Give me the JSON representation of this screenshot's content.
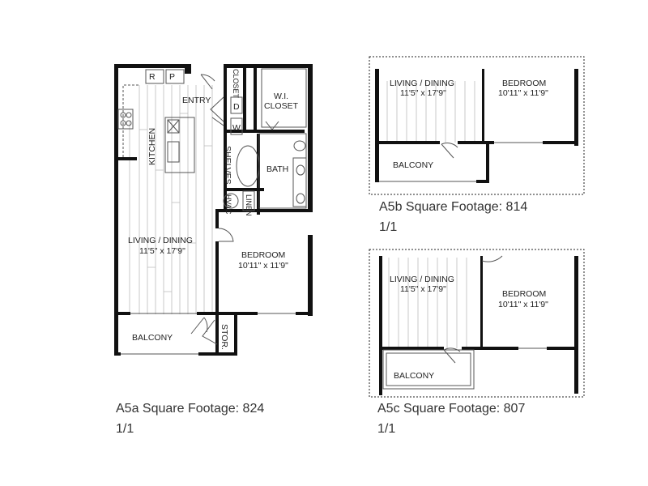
{
  "plans": [
    {
      "name": "A5a",
      "caption": "A5a Square Footage: 824",
      "bath_count": "1/1",
      "rooms": {
        "r": "R",
        "p": "P",
        "entry": "ENTRY",
        "closet": "CLOSET",
        "d": "D",
        "w": "W",
        "wi_closet_1": "W.I.",
        "wi_closet_2": "CLOSET",
        "kitchen": "KITCHEN",
        "shelves": "SHELVES",
        "bath": "BATH",
        "hvac": "HVAC",
        "linen": "LINEN",
        "living": "LIVING / DINING",
        "living_dim": "11'5\" x 17'9\"",
        "bedroom": "BEDROOM",
        "bedroom_dim": "10'11\" x 11'9\"",
        "balcony": "BALCONY",
        "stor": "STOR."
      }
    },
    {
      "name": "A5b",
      "caption": "A5b Square Footage: 814",
      "bath_count": "1/1",
      "rooms": {
        "living": "LIVING / DINING",
        "living_dim": "11'5\" x 17'9\"",
        "bedroom": "BEDROOM",
        "bedroom_dim": "10'11\" x 11'9\"",
        "balcony": "BALCONY"
      }
    },
    {
      "name": "A5c",
      "caption": "A5c Square Footage: 807",
      "bath_count": "1/1",
      "rooms": {
        "living": "LIVING / DINING",
        "living_dim": "11'5\" x 17'9\"",
        "bedroom": "BEDROOM",
        "bedroom_dim": "10'11\" x 11'9\"",
        "balcony": "BALCONY"
      }
    }
  ]
}
